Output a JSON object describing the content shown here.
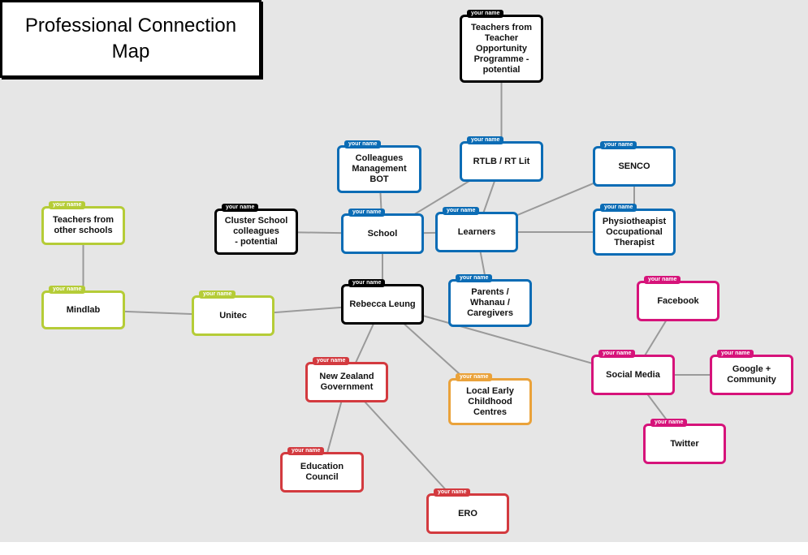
{
  "title": "Professional Connection\nMap",
  "tag_text": "your name",
  "colors": {
    "black": "#000000",
    "blue": "#0b6cb5",
    "green": "#b5cc37",
    "red": "#d33a3f",
    "orange": "#eaa23a",
    "pink": "#d6137a",
    "line": "#9a9a9a"
  },
  "nodes": [
    {
      "id": "teachers-top",
      "label": "Teachers from\nTeacher\nOpportunity\nProgramme -\npotential",
      "color": "black"
    },
    {
      "id": "colleagues",
      "label": "Colleagues\nManagement\nBOT",
      "color": "blue"
    },
    {
      "id": "rtlb",
      "label": "RTLB / RT Lit",
      "color": "blue"
    },
    {
      "id": "senco",
      "label": "SENCO",
      "color": "blue"
    },
    {
      "id": "teachers-other",
      "label": "Teachers from\nother schools",
      "color": "green"
    },
    {
      "id": "cluster",
      "label": "Cluster School\ncolleagues\n- potential",
      "color": "black"
    },
    {
      "id": "school",
      "label": "School",
      "color": "blue"
    },
    {
      "id": "learners",
      "label": "Learners",
      "color": "blue"
    },
    {
      "id": "physio",
      "label": "Physiotheapist\nOccupational\nTherapist",
      "color": "blue"
    },
    {
      "id": "parents",
      "label": "Parents /\nWhanau /\nCaregivers",
      "color": "blue"
    },
    {
      "id": "facebook",
      "label": "Facebook",
      "color": "pink"
    },
    {
      "id": "mindlab",
      "label": "Mindlab",
      "color": "green"
    },
    {
      "id": "unitec",
      "label": "Unitec",
      "color": "green"
    },
    {
      "id": "rebecca",
      "label": "Rebecca Leung",
      "color": "black"
    },
    {
      "id": "social",
      "label": "Social Media",
      "color": "pink"
    },
    {
      "id": "google",
      "label": "Google +\nCommunity",
      "color": "pink"
    },
    {
      "id": "nzgov",
      "label": "New Zealand\nGovernment",
      "color": "red"
    },
    {
      "id": "early",
      "label": "Local Early\nChildhood\nCentres",
      "color": "orange"
    },
    {
      "id": "twitter",
      "label": "Twitter",
      "color": "pink"
    },
    {
      "id": "edcouncil",
      "label": "Education\nCouncil",
      "color": "red"
    },
    {
      "id": "ero",
      "label": "ERO",
      "color": "red"
    }
  ],
  "links": [
    [
      "teachers-top",
      "rtlb"
    ],
    [
      "colleagues",
      "school"
    ],
    [
      "rtlb",
      "school"
    ],
    [
      "rtlb",
      "learners"
    ],
    [
      "senco",
      "learners"
    ],
    [
      "senco",
      "physio"
    ],
    [
      "cluster",
      "school"
    ],
    [
      "school",
      "learners"
    ],
    [
      "learners",
      "physio"
    ],
    [
      "learners",
      "parents"
    ],
    [
      "school",
      "rebecca"
    ],
    [
      "teachers-other",
      "mindlab"
    ],
    [
      "mindlab",
      "unitec"
    ],
    [
      "unitec",
      "rebecca"
    ],
    [
      "rebecca",
      "nzgov"
    ],
    [
      "rebecca",
      "early"
    ],
    [
      "rebecca",
      "social"
    ],
    [
      "facebook",
      "social"
    ],
    [
      "social",
      "google"
    ],
    [
      "social",
      "twitter"
    ],
    [
      "nzgov",
      "edcouncil"
    ],
    [
      "nzgov",
      "ero"
    ]
  ]
}
